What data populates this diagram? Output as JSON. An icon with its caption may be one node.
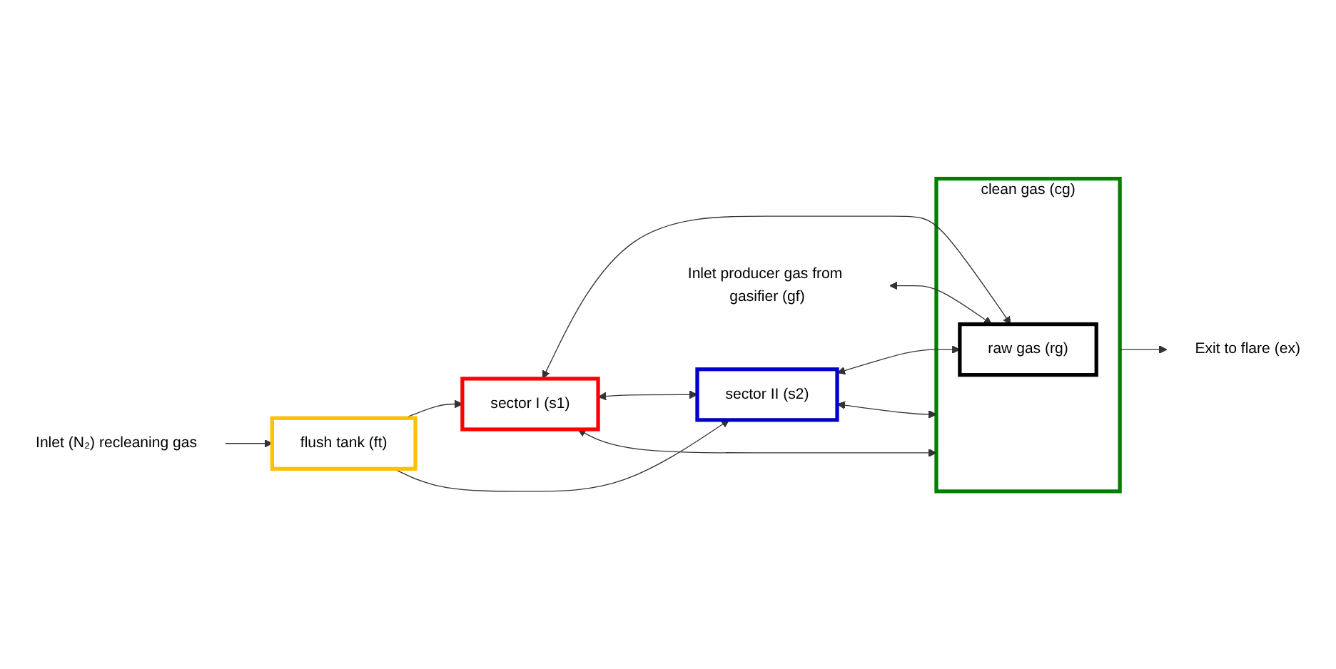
{
  "diagram": {
    "nodes": [
      {
        "text": [
          "Inlet (N₂) recleaning gas"
        ]
      },
      {
        "text": [
          "flush tank (ft)"
        ]
      },
      {
        "text": [
          "sector I (s1)"
        ]
      },
      {
        "text": [
          "sector II (s2)"
        ]
      },
      {
        "text": [
          "clean gas (cg)"
        ]
      },
      {
        "text": [
          "raw gas (rg)"
        ],
        "in": 4
      },
      {
        "text": [
          "Inlet producer gas from gasifier (gf)"
        ]
      },
      {
        "text": [
          "Exit to flare (ex)"
        ]
      }
    ],
    "edges": [
      {
        "from": 0,
        "to": 1,
        "arrow": "to"
      },
      {
        "from": 1,
        "to": 2,
        "arrow": "to"
      },
      {
        "from": 1,
        "to": 3,
        "arrow": "to"
      },
      {
        "from": 2,
        "to": 4,
        "arrow": "both"
      },
      {
        "from": 2,
        "to": 5,
        "arrow": "both"
      },
      {
        "from": 2,
        "to": 3,
        "arrow": "both"
      },
      {
        "from": 3,
        "to": 5,
        "arrow": "both"
      },
      {
        "from": 3,
        "to": 4,
        "arrow": "both"
      },
      {
        "from": 6,
        "to": 5,
        "arrow": "both"
      },
      {
        "from": 4,
        "to": 7,
        "arrow": "to"
      }
    ]
  }
}
